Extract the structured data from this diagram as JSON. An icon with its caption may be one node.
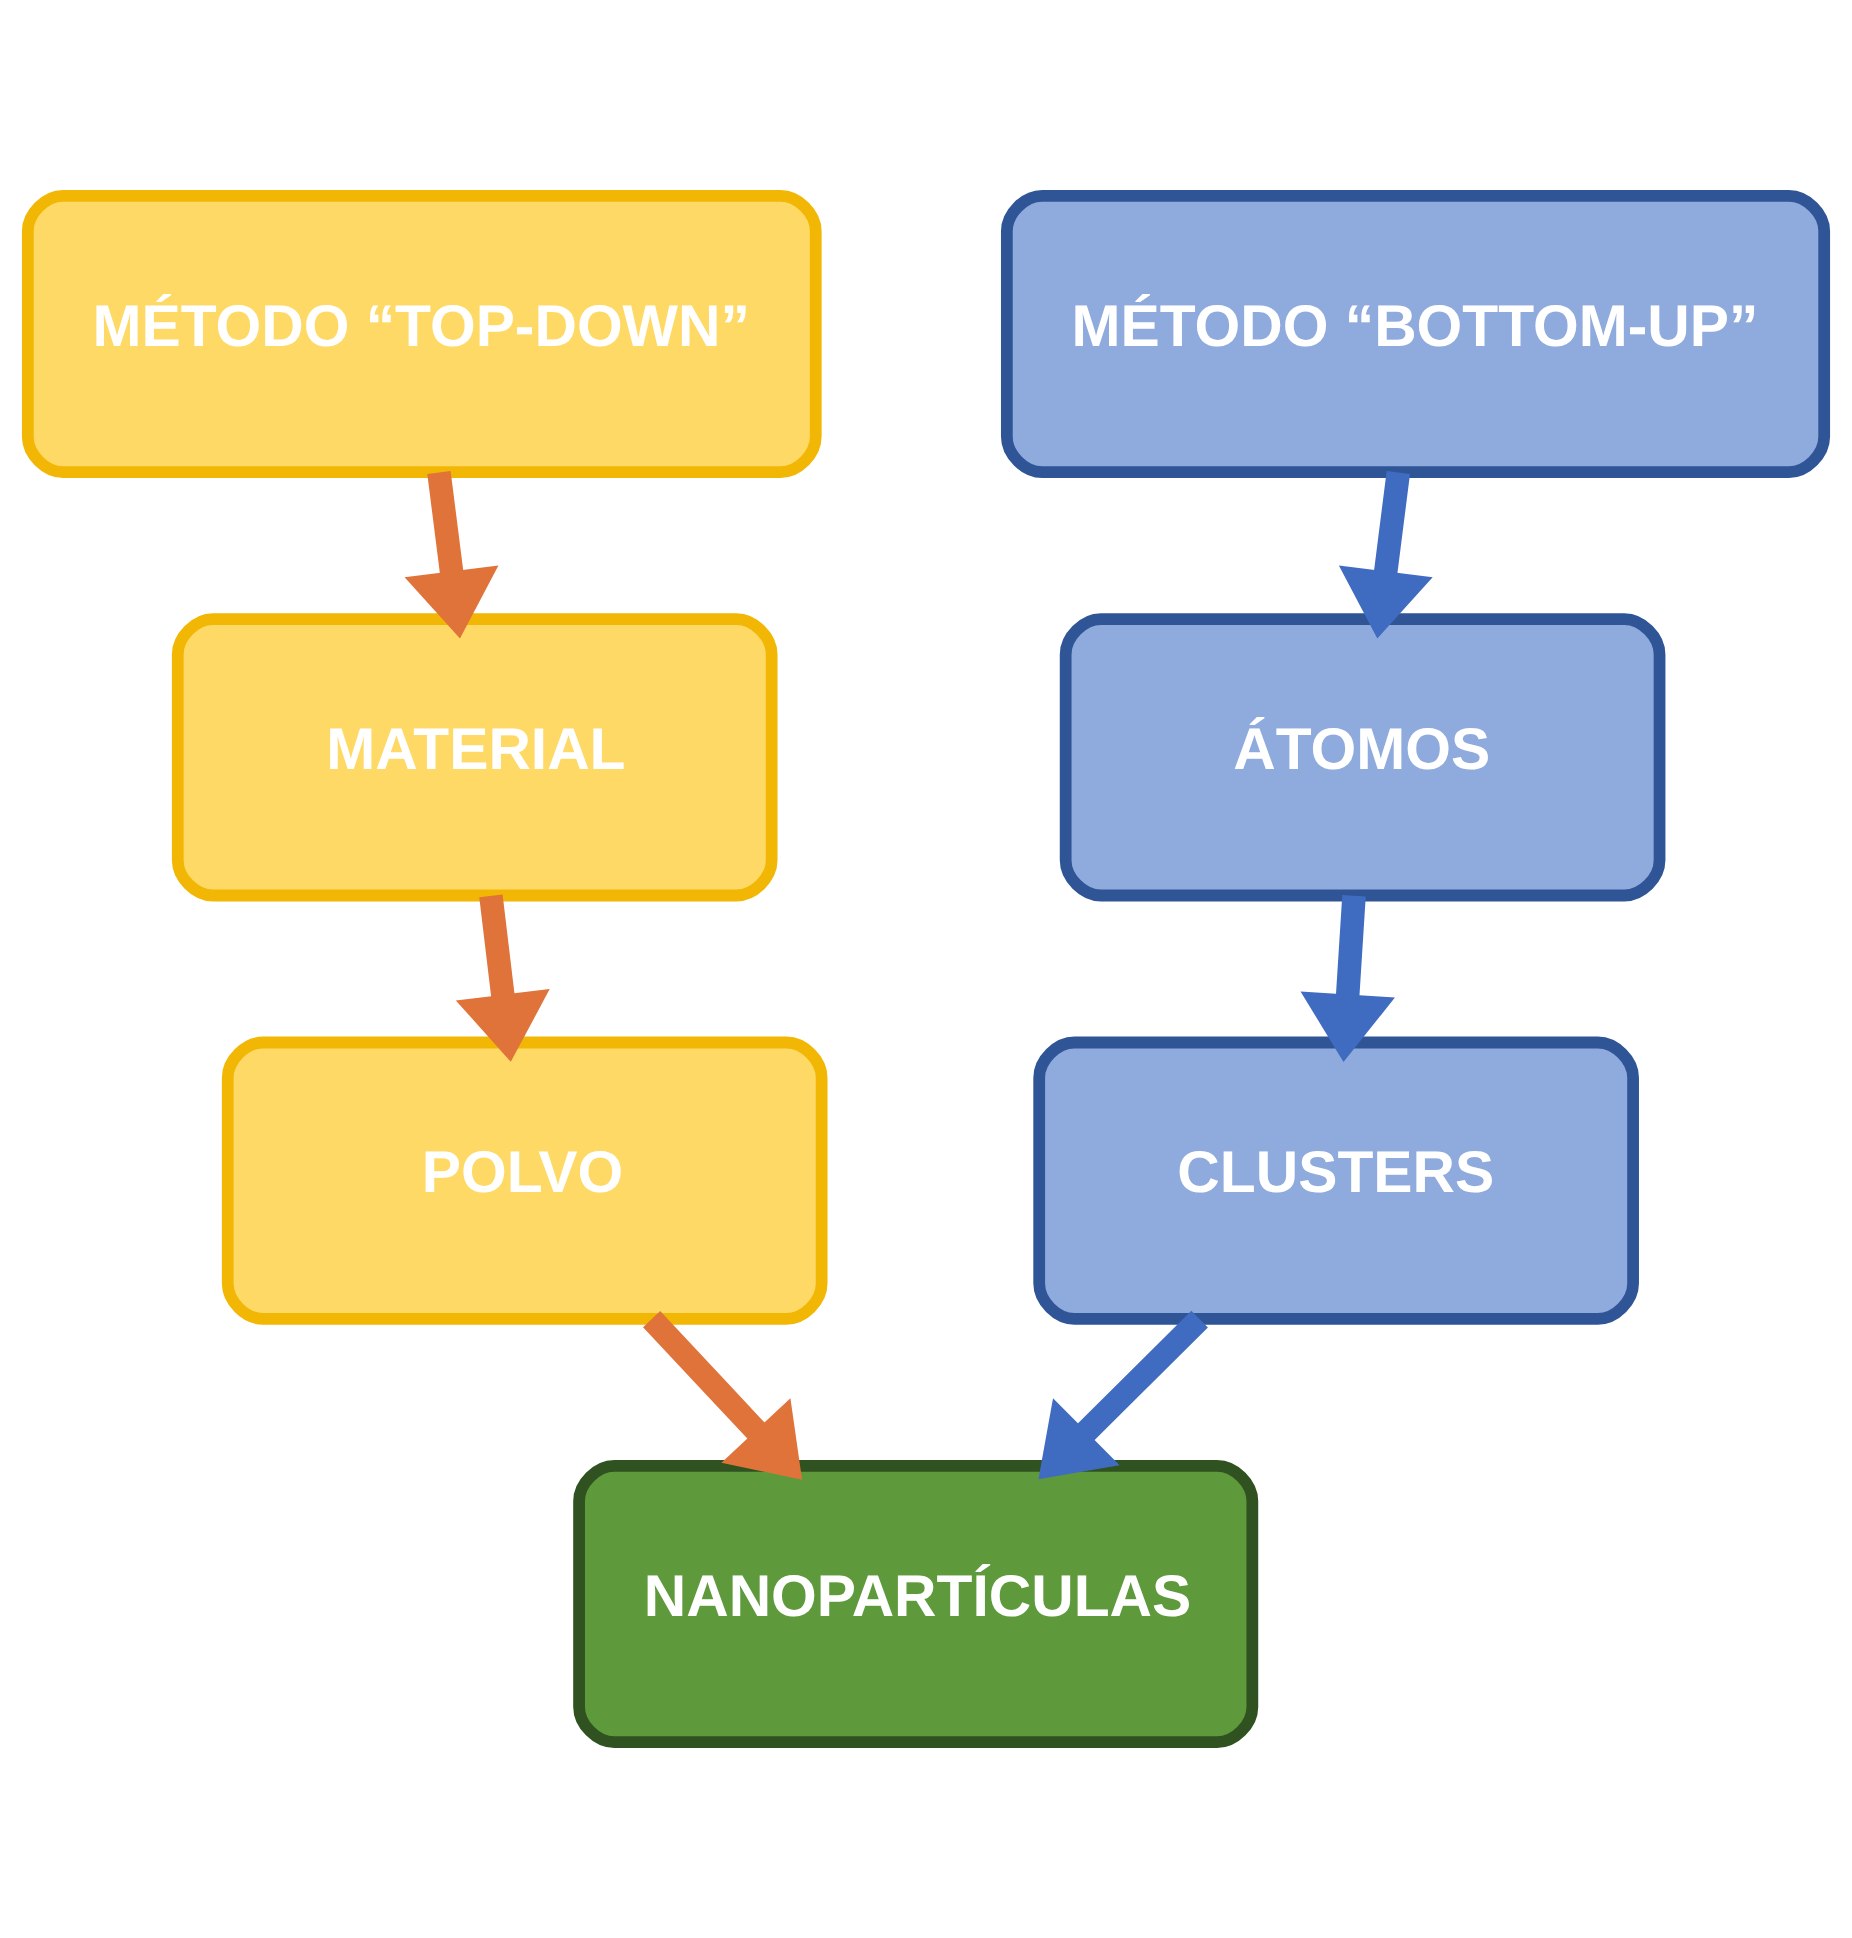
{
  "diagram": {
    "nodes": [
      {
        "text": [
          "MÉTODO “TOP-DOWN”"
        ]
      },
      {
        "text": [
          "MÉTODO “BOTTOM-UP”"
        ]
      },
      {
        "text": [
          "MATERIAL"
        ]
      },
      {
        "text": [
          "ÁTOMOS"
        ]
      },
      {
        "text": [
          "POLVO"
        ]
      },
      {
        "text": [
          "CLUSTERS"
        ]
      },
      {
        "text": [
          "NANOPARTÍCULAS"
        ]
      }
    ],
    "edges": [
      {
        "from": 0,
        "to": 2,
        "arrow": "to",
        "color": "#e0733a"
      },
      {
        "from": 1,
        "to": 3,
        "arrow": "to",
        "color": "#3f6cc0"
      },
      {
        "from": 2,
        "to": 4,
        "arrow": "to",
        "color": "#e0733a"
      },
      {
        "from": 3,
        "to": 5,
        "arrow": "to",
        "color": "#3f6cc0"
      },
      {
        "from": 4,
        "to": 6,
        "arrow": "to",
        "color": "#e0733a"
      },
      {
        "from": 5,
        "to": 6,
        "arrow": "to",
        "color": "#3f6cc0"
      }
    ]
  }
}
